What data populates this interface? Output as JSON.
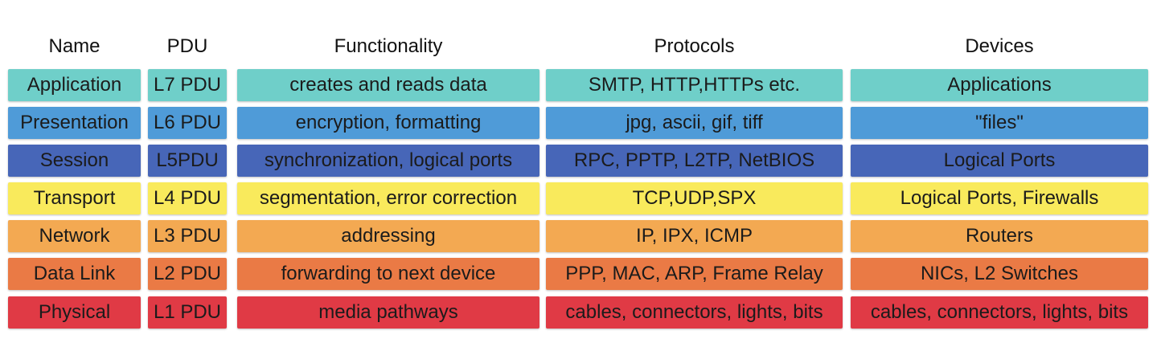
{
  "headers": {
    "name": "Name",
    "pdu": "PDU",
    "functionality": "Functionality",
    "protocols": "Protocols",
    "devices": "Devices"
  },
  "layers": [
    {
      "name": "Application",
      "pdu": "L7 PDU",
      "functionality": "creates and reads data",
      "protocols": "SMTP, HTTP,HTTPs etc.",
      "devices": "Applications",
      "color": "#6fcfc9"
    },
    {
      "name": "Presentation",
      "pdu": "L6 PDU",
      "functionality": "encryption, formatting",
      "protocols": "jpg, ascii, gif, tiff",
      "devices": "\"files\"",
      "color": "#4f9bd8"
    },
    {
      "name": "Session",
      "pdu": "L5PDU",
      "functionality": "synchronization, logical ports",
      "protocols": "RPC, PPTP, L2TP, NetBIOS",
      "devices": "Logical Ports",
      "color": "#4766b8"
    },
    {
      "name": "Transport",
      "pdu": "L4 PDU",
      "functionality": "segmentation, error correction",
      "protocols": "TCP,UDP,SPX",
      "devices": "Logical Ports, Firewalls",
      "color": "#f9ea5c"
    },
    {
      "name": "Network",
      "pdu": "L3 PDU",
      "functionality": "addressing",
      "protocols": "IP, IPX, ICMP",
      "devices": "Routers",
      "color": "#f3a952"
    },
    {
      "name": "Data Link",
      "pdu": "L2 PDU",
      "functionality": "forwarding to next device",
      "protocols": "PPP, MAC, ARP, Frame Relay",
      "devices": "NICs, L2 Switches",
      "color": "#ea7a45"
    },
    {
      "name": "Physical",
      "pdu": "L1 PDU",
      "functionality": "media pathways",
      "protocols": "cables, connectors, lights, bits",
      "devices": "cables, connectors, lights, bits",
      "color": "#e03a45"
    }
  ]
}
